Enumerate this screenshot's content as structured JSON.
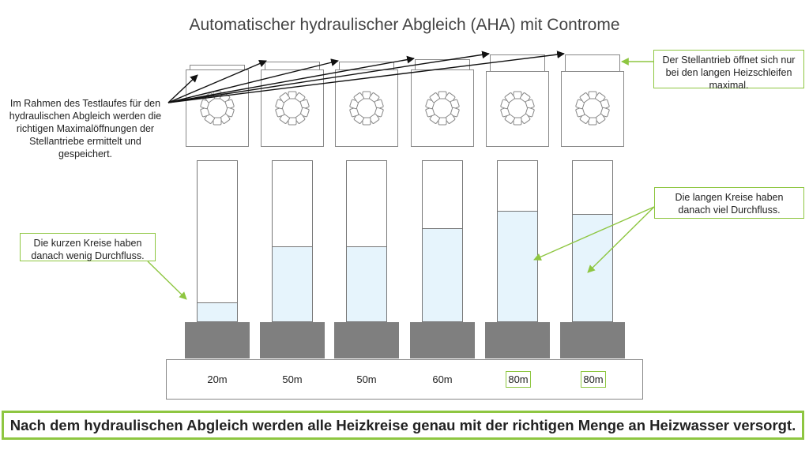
{
  "title": "Automatischer hydraulischer Abgleich (AHA) mit Controme",
  "notes": {
    "test_run": "Im Rahmen des Testlaufes für den hydraulischen Abgleich werden die richtigen Maximalöffnungen der Stellantriebe ermittelt und gespeichert.",
    "actuator": "Der Stellantrieb öffnet sich nur bei den langen Heizschleifen maximal.",
    "short_circuits": "Die kurzen Kreise haben danach wenig Durchfluss.",
    "long_circuits": "Die langen Kreise haben danach viel Durchfluss."
  },
  "circuits": [
    {
      "length": "20m",
      "fill_fraction": 0.11,
      "highlight": false
    },
    {
      "length": "50m",
      "fill_fraction": 0.46,
      "highlight": false
    },
    {
      "length": "50m",
      "fill_fraction": 0.46,
      "highlight": false
    },
    {
      "length": "60m",
      "fill_fraction": 0.57,
      "highlight": false
    },
    {
      "length": "80m",
      "fill_fraction": 0.68,
      "highlight": true
    },
    {
      "length": "80m",
      "fill_fraction": 0.66,
      "highlight": true
    }
  ],
  "banner": "Nach dem hydraulischen Abgleich werden alle Heizkreise genau mit der richtigen Menge an Heizwasser versorgt.",
  "colors": {
    "accent_green": "#8ec641",
    "water": "#e6f4fc",
    "base_gray": "#7f7f7f",
    "outline": "#888888"
  }
}
